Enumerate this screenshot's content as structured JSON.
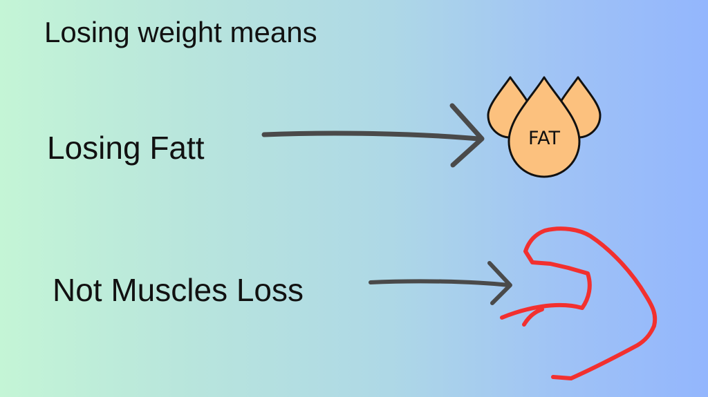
{
  "heading": "Losing weight means",
  "line1": "Losing Fatt",
  "line2": "Not Muscles Loss",
  "fat_icon": {
    "label": "FAT",
    "icon": "fat-drops-icon",
    "fill": "#fcc17e",
    "stroke": "#111111"
  },
  "muscle_icon": {
    "icon": "flexed-arm-icon",
    "stroke": "#f2302f"
  },
  "arrow_color": "#4a4a4a"
}
